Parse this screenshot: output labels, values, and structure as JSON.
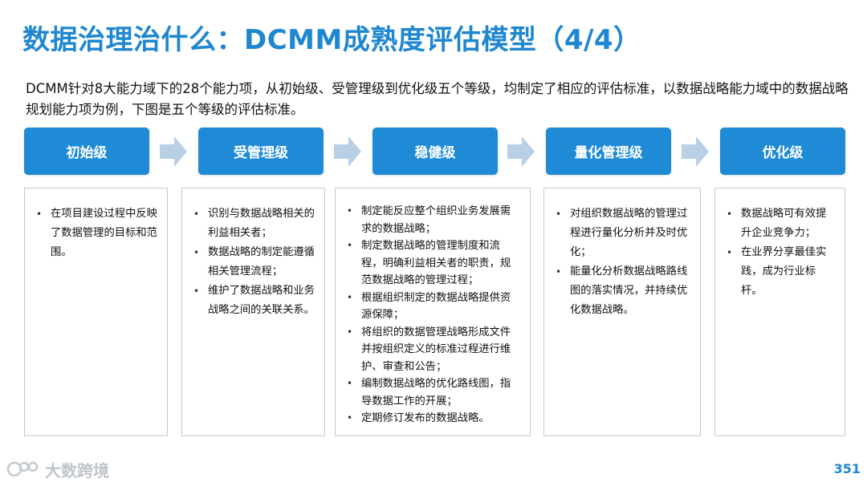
{
  "title": "数据治理治什么：DCMM成熟度评估模型（4/4）",
  "intro": "DCMM针对8大能力域下的28个能力项，从初始级、受管理级到优化级五个等级，均制定了相应的评估标准，以数据战略能力域中的数据战略规划能力项为例，下图是五个等级的评估标准。",
  "levels": [
    {
      "name": "初始级",
      "items": [
        "在项目建设过程中反映了数据管理的目标和范围。"
      ]
    },
    {
      "name": "受管理级",
      "items": [
        "识别与数据战略相关的利益相关者；",
        "数据战略的制定能遵循相关管理流程；",
        "维护了数据战略和业务战略之间的关联关系。"
      ]
    },
    {
      "name": "稳健级",
      "items": [
        "制定能反应整个组织业务发展需求的数据战略；",
        "制定数据战略的管理制度和流程，明确利益相关者的职责，规范数据战略的管理过程；",
        "根据组织制定的数据战略提供资源保障；",
        "将组织的数据管理战略形成文件并按组织定义的标准过程进行维护、审查和公告；",
        "编制数据战略的优化路线图，指导数据工作的开展；",
        "定期修订发布的数据战略。"
      ]
    },
    {
      "name": "量化管理级",
      "items": [
        "对组织数据战略的管理过程进行量化分析并及时优化；",
        "能量化分析数据战略路线图的落实情况，并持续优化数据战略。"
      ]
    },
    {
      "name": "优化级",
      "items": [
        "数据战略可有效提升企业竞争力；",
        "在业界分享最佳实践，成为行业标杆。"
      ]
    }
  ],
  "footer": {
    "logo_text": "大数跨境",
    "page_number": "351"
  },
  "colors": {
    "accent": "#1e87d0",
    "level_fill": "#1f8bd6",
    "arrow": "#b9cfe6"
  }
}
